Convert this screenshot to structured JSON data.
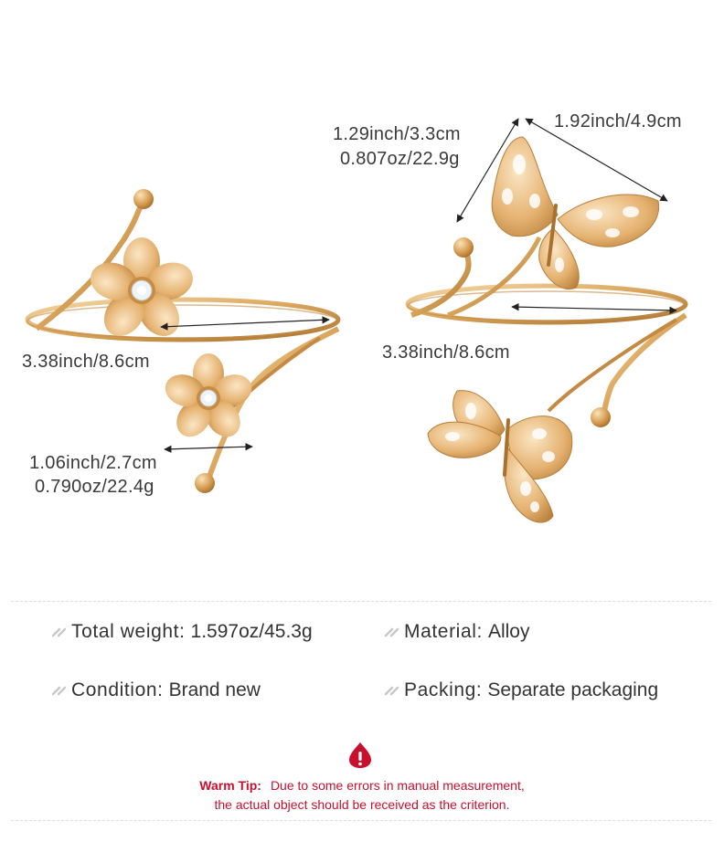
{
  "dimensions": {
    "flower_width": "3.38inch/8.6cm",
    "flower_flower_size": "1.06inch/2.7cm",
    "flower_weight": "0.790oz/22.4g",
    "butterfly_height": "1.29inch/3.3cm",
    "butterfly_weight": "0.807oz/22.9g",
    "butterfly_wing": "1.92inch/4.9cm",
    "butterfly_width": "3.38inch/8.6cm"
  },
  "specs": {
    "total_weight_label": "Total weight:",
    "total_weight_value": "1.597oz/45.3g",
    "material_label": "Material:",
    "material_value": "Alloy",
    "condition_label": "Condition:",
    "condition_value": "Brand new",
    "packing_label": "Packing:",
    "packing_value": "Separate packaging"
  },
  "warm_tip": {
    "label": "Warm Tip:",
    "line1": "Due to some errors in manual measurement,",
    "line2": "the actual object should be received as the criterion."
  },
  "colors": {
    "gold": "#d9a45a",
    "gold_light": "#f3d2a0",
    "gold_dark": "#a8722e",
    "warning_red": "#c8102e",
    "text": "#333333"
  },
  "icons": {
    "spec_bullet": "double-slash-bullet-icon",
    "warning": "warning-drop-icon"
  }
}
